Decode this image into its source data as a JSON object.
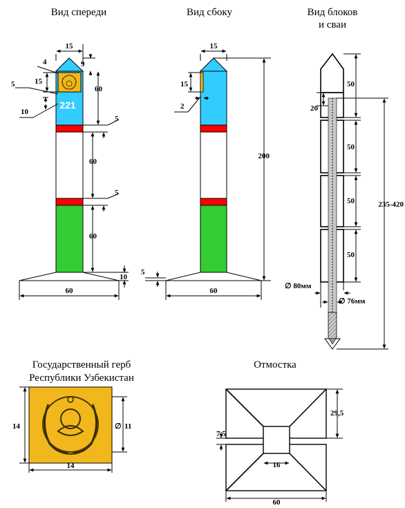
{
  "views": {
    "front": "Вид спереди",
    "side": "Вид сбоку",
    "blocks_line1": "Вид блоков",
    "blocks_line2": "и сваи"
  },
  "emblem": {
    "title_line1": "Государственный герб",
    "title_line2": "Республики Узбекистан",
    "height": "14",
    "width": "14",
    "diameter": "11"
  },
  "base_plan": {
    "title": "Отмостка",
    "side_dim": "29,5",
    "gap_dim": "7,5",
    "center_dim": "16",
    "width_dim": "60"
  },
  "front_view": {
    "post_number": "221",
    "dims": {
      "top_width": "15",
      "tip": "9",
      "label_4": "4",
      "emblem_15": "15",
      "left_5": "5",
      "left_10": "10",
      "blue_60": "60",
      "red1_5": "5",
      "white_60": "60",
      "red2_5": "5",
      "green_60": "60",
      "base_10": "10",
      "base_60": "60"
    }
  },
  "side_view": {
    "dims": {
      "top_width": "15",
      "plate_15": "15",
      "plate_2": "2",
      "height_200": "200",
      "base_5": "5",
      "base_60": "60"
    }
  },
  "blocks_view": {
    "dims": {
      "top_20": "20",
      "block1_50": "50",
      "block2_50": "50",
      "block3_50": "50",
      "block4_50": "50",
      "pile_range": "235-420",
      "outer_diam": "∅ 80мм",
      "inner_diam": "∅ 76мм"
    }
  },
  "colors": {
    "blue": "#33CCFF",
    "red": "#FF0000",
    "green": "#33CC33",
    "gold": "#F2B71C",
    "pile_gray": "#C8C8C8",
    "hatch_gray": "#9A9A9A"
  }
}
